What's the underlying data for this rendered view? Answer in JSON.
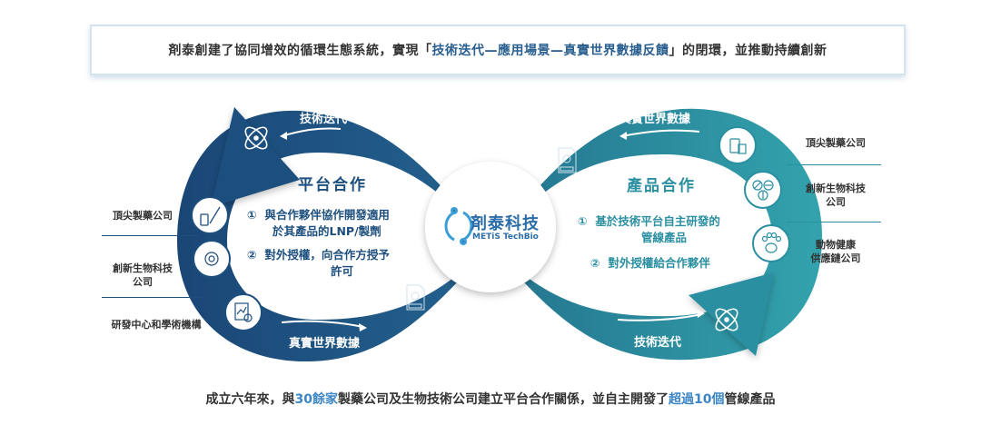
{
  "banner": {
    "prefix": "剤泰創建了協同增效的循環生態系統，實現「",
    "highlight": "技術迭代—應用場景—真實世界數據反饋",
    "suffix": "」的閉環，並推動持續創新"
  },
  "center_logo": {
    "name_cn": "剤泰科技",
    "name_en": "METiS TechBio"
  },
  "left_loop": {
    "color": "#1d4f7e",
    "top_label": "技術迭代",
    "bottom_label": "真實世界數據",
    "title": "平台合作",
    "items": [
      {
        "num": "①",
        "text_line1": "與合作夥伴協作開發適用",
        "text_line2": "於其產品的LNP/製劑"
      },
      {
        "num": "②",
        "text_line1": "對外授權，向合作方授予",
        "text_line2": "許可"
      }
    ],
    "partners": [
      {
        "label": "頂尖製藥公司",
        "icon": "syringe-vial-icon"
      },
      {
        "label_line1": "創新生物科技",
        "label_line2": "公司",
        "icon": "molecule-gear-icon"
      },
      {
        "label": "研發中心和學術機構",
        "icon": "data-report-icon"
      }
    ]
  },
  "right_loop": {
    "color": "#2a8fa1",
    "top_label": "真實世界數據",
    "bottom_label": "技術迭代",
    "title": "產品合作",
    "items": [
      {
        "num": "①",
        "text_line1": "基於技術平台自主研發的",
        "text_line2": "管線產品"
      },
      {
        "num": "②",
        "text_line1": "對外授權給合作夥伴",
        "text_line2": ""
      }
    ],
    "partners": [
      {
        "label": "頂尖製藥公司",
        "icon": "medicine-bottle-icon"
      },
      {
        "label_line1": "創新生物科技",
        "label_line2": "公司",
        "icon": "pills-icon"
      },
      {
        "label_line1": "動物健康",
        "label_line2": "供應鏈公司",
        "icon": "paw-icon"
      }
    ]
  },
  "footer": {
    "part1": "成立六年來，與",
    "hl1": "30餘家",
    "part2": "製藥公司及生物技術公司建立平台合作關係，並自主開發了",
    "hl2": "超過10個",
    "part3": "管線產品"
  },
  "colors": {
    "navy": "#1d4f7e",
    "teal": "#2a8fa1",
    "highlight_blue": "#3d86c6"
  }
}
